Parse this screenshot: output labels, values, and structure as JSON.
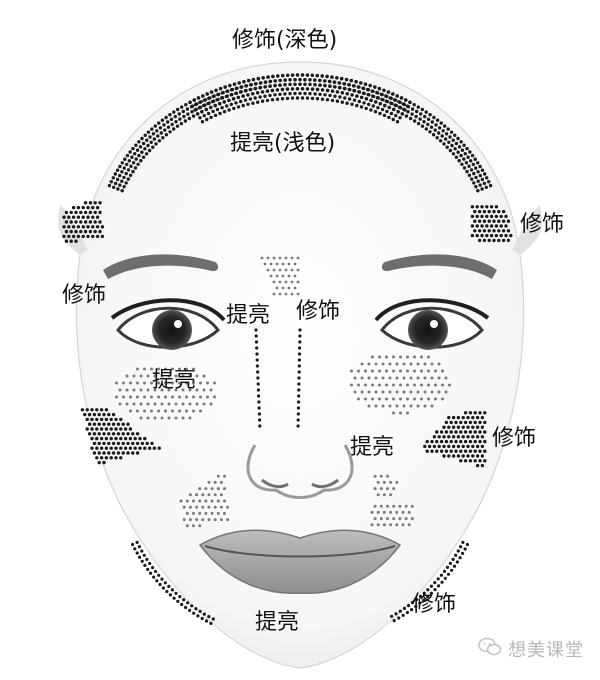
{
  "labels": {
    "top_title": "修饰(深色)",
    "forehead_highlight": "提亮(浅色)",
    "temple_right": "修饰",
    "temple_left": "修饰",
    "nose_bridge": "提亮",
    "nose_side": "修饰",
    "under_eye_left": "提亮",
    "under_eye_right": "提亮",
    "cheek_right": "修饰",
    "chin": "提亮",
    "jaw_right": "修饰"
  },
  "watermark": {
    "text": "想美课堂",
    "icon": "wechat-icon"
  },
  "colors": {
    "dot_dark": "#1c1c1c",
    "dot_light": "#7a7a7a",
    "face_outline": "#c9c9c9"
  }
}
